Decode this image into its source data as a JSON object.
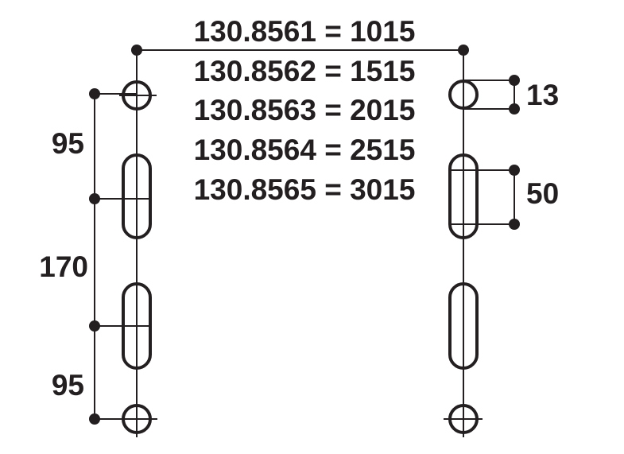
{
  "spec_lines": [
    "130.8561 = 1015",
    "130.8562 = 1515",
    "130.8563 = 2015",
    "130.8564 = 2515",
    "130.8565 = 3015"
  ],
  "dimensions": {
    "left_top_spacing": "95",
    "left_middle_spacing": "170",
    "left_bottom_spacing": "95",
    "right_hole_diameter": "13",
    "right_slot_height": "50"
  }
}
